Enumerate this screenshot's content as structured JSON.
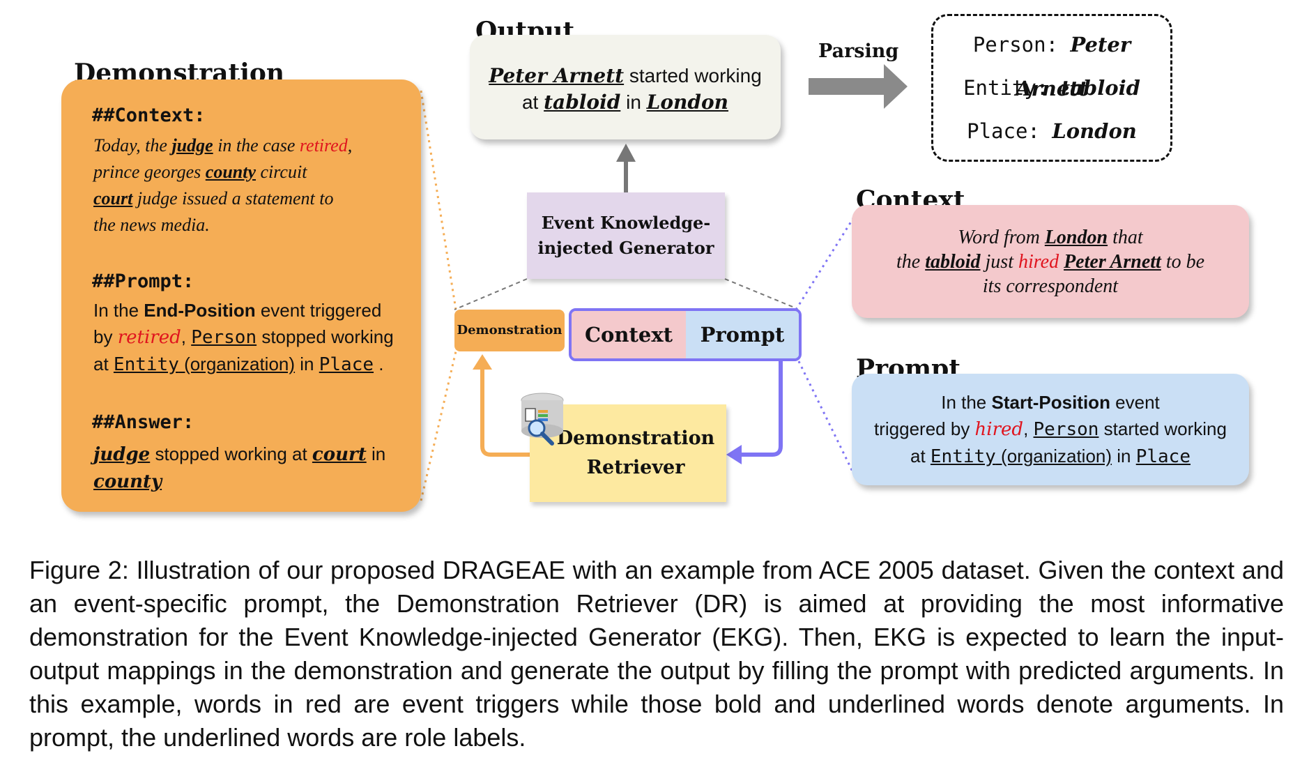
{
  "demonstration": {
    "title": "Demonstration",
    "context_head": "##Context:",
    "context_1": "Today, the ",
    "context_judge": "judge",
    "context_2": " in the case ",
    "context_retired": "retired",
    "context_3": ",",
    "context_4": "prince georges ",
    "context_county": "county",
    "context_5": " circuit",
    "context_court": "court",
    "context_6": " judge issued a statement to",
    "context_7": "the news media.",
    "prompt_head": "##Prompt:",
    "prompt_1": "In the ",
    "prompt_event": "End-Position",
    "prompt_2": " event triggered",
    "prompt_3": "by ",
    "prompt_retired": "retired",
    "prompt_4": ", ",
    "prompt_person": "Person",
    "prompt_5": " stopped working",
    "prompt_6": "at ",
    "prompt_entity": "Entity",
    "prompt_org": " (organization)",
    "prompt_7": " in ",
    "prompt_place": "Place",
    "prompt_8": " .",
    "answer_head": "##Answer:",
    "answer_judge": "judge",
    "answer_1": " stopped working at ",
    "answer_court": "court",
    "answer_2": " in",
    "answer_county": "county"
  },
  "output": {
    "title": "Output",
    "name": "Peter Arnett",
    "text_1": " started working",
    "text_2": "at ",
    "tabloid": "tabloid",
    "text_3": " in ",
    "london": "London"
  },
  "parsing": {
    "label": "Parsing",
    "rows": [
      {
        "role": "Person",
        "value": "Peter Arnett"
      },
      {
        "role": "Entity",
        "value": "tabloid"
      },
      {
        "role": "Place",
        "value": "London"
      }
    ]
  },
  "ekg": {
    "line_1": "Event Knowledge-",
    "line_2": "injected Generator"
  },
  "input_strip": {
    "demonstration": "Demonstration",
    "context": "Context",
    "prompt": "Prompt"
  },
  "retriever": {
    "line_1": "Demonstration",
    "line_2": "Retriever"
  },
  "context": {
    "title": "Context",
    "t1": "Word from ",
    "london": "London",
    "t2": " that",
    "t3": "the ",
    "tabloid": "tabloid",
    "t4": " just ",
    "hired": "hired",
    "t5": " ",
    "peter": "Peter Arnett",
    "t6": " to be",
    "t7": "its correspondent"
  },
  "prompt": {
    "title": "Prompt",
    "t1": "In the ",
    "event": "Start-Position",
    "t2": " event",
    "t3": "triggered by ",
    "hired": "hired",
    "t4": ", ",
    "person": "Person",
    "t5": " started working",
    "t6": "at ",
    "entity": "Entity",
    "org": " (organization)",
    "t7": " in ",
    "place": "Place"
  },
  "caption": "Figure 2: Illustration of our proposed DRAGEAE with an example from ACE 2005 dataset. Given the context and an event-specific prompt, the Demonstration Retriever (DR) is aimed at providing the most informative demonstration for the Event Knowledge-injected Generator (EKG). Then, EKG is expected to learn the input-output mappings in the demonstration and generate the output by filling the prompt with predicted arguments. In this example, words in red are event triggers while those bold and underlined words denote arguments. In prompt, the underlined words are role labels.",
  "colors": {
    "demonstration": "#f5ad55",
    "output": "#f3f3ec",
    "generator": "#e3d7eb",
    "context": "#f4c9cc",
    "prompt": "#cadff5",
    "retriever": "#fde9a0",
    "frame": "#7f74f4",
    "trigger": "#e0141e"
  }
}
